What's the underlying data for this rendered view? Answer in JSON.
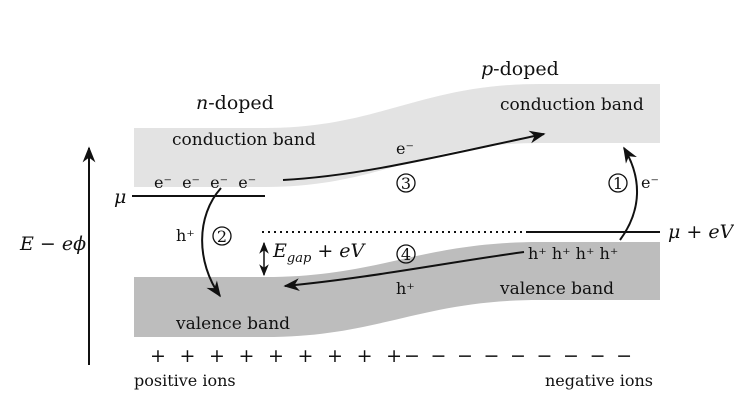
{
  "regions": {
    "n_side": {
      "prefix": "n",
      "suffix": "-doped"
    },
    "p_side": {
      "prefix": "p",
      "suffix": "-doped"
    }
  },
  "bands": {
    "n_conduction": "conduction band",
    "n_valence": "valence band",
    "p_conduction": "conduction band",
    "p_valence": "valence band"
  },
  "axis": {
    "label": "E − eϕ"
  },
  "levels": {
    "mu_left": "μ",
    "mu_right_prefix": "μ + ",
    "mu_right_var": "eV"
  },
  "gap": {
    "sym": "E",
    "sub": "gap",
    "rest": " + ",
    "var": "eV"
  },
  "carriers": {
    "n_electrons": "e⁻  e⁻  e⁻  e⁻",
    "p_holes": "h⁺ h⁺ h⁺ h⁺",
    "label_e_top": "e⁻",
    "label_h_bottom": "h⁺",
    "label_h_left": "h⁺",
    "label_e_right": "e⁻"
  },
  "processes": [
    {
      "id": "1",
      "label": "1"
    },
    {
      "id": "2",
      "label": "2"
    },
    {
      "id": "3",
      "label": "3"
    },
    {
      "id": "4",
      "label": "4"
    }
  ],
  "ions": {
    "positive_signs": "+ + + + + + + + +",
    "negative_signs": "− − − − − − − − −",
    "positive_label": "positive ions",
    "negative_label": "negative ions"
  },
  "colors": {
    "conduction_fill": "#e3e3e3",
    "valence_fill": "#bdbdbd",
    "line": "#111111"
  }
}
